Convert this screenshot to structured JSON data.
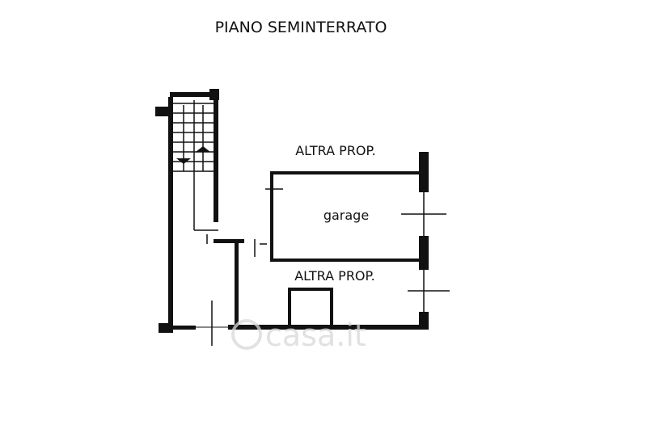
{
  "title": "PIANO SEMINTERRATO",
  "labels": {
    "altra_prop_top": "ALTRA PROP.",
    "garage": "garage",
    "altra_prop_bottom": "ALTRA PROP."
  },
  "watermark": "casa.it",
  "colors": {
    "ink": "#111111",
    "watermark": "#d8d8d8",
    "background": "#ffffff"
  }
}
